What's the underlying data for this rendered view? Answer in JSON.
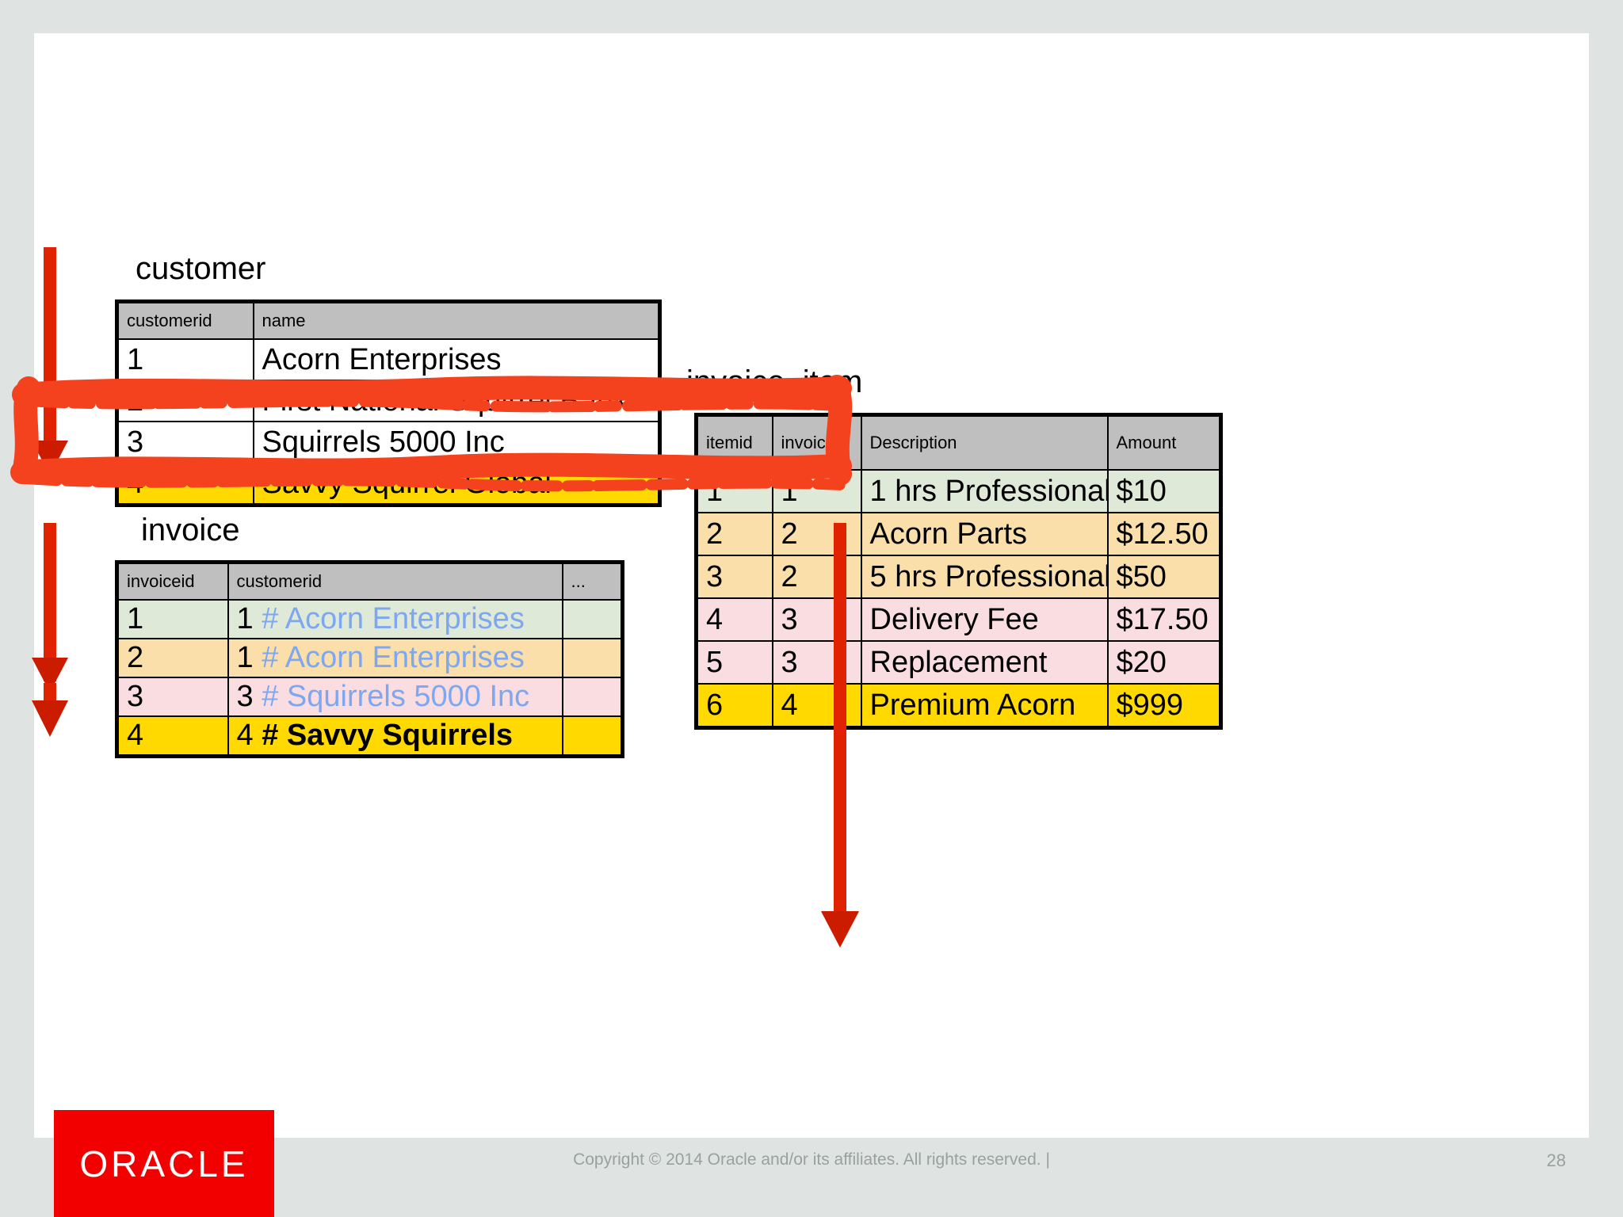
{
  "slide": {
    "page_number": "28",
    "copyright": "Copyright © 2014 Oracle and/or its affiliates. All rights reserved.  |",
    "logo_text": "ORACLE"
  },
  "customer_table": {
    "caption": "customer",
    "columns": [
      "customerid",
      "name"
    ],
    "rows": [
      {
        "tint": "white",
        "cells": [
          "1",
          "Acorn Enterprises"
        ]
      },
      {
        "tint": "white",
        "cells": [
          "2",
          "First National Squirrel Bank"
        ]
      },
      {
        "tint": "white",
        "cells": [
          "3",
          "Squirrels 5000 Inc"
        ]
      },
      {
        "tint": "yellow",
        "cells": [
          "4",
          "Savvy Squirrel Global"
        ]
      }
    ]
  },
  "invoice_table": {
    "caption": "invoice",
    "columns": [
      "invoiceid",
      "customerid",
      "..."
    ],
    "rows": [
      {
        "tint": "green",
        "cells": [
          "1",
          "1",
          ""
        ],
        "comment": "# Acorn Enterprises"
      },
      {
        "tint": "orange",
        "cells": [
          "2",
          "1",
          ""
        ],
        "comment": "# Acorn Enterprises"
      },
      {
        "tint": "pink",
        "cells": [
          "3",
          "3",
          ""
        ],
        "comment": "# Squirrels 5000 Inc"
      },
      {
        "tint": "yellow",
        "cells": [
          "4",
          "4",
          ""
        ],
        "comment": "# Savvy Squirrels"
      }
    ]
  },
  "invoice_item_table": {
    "caption": "invoice_item",
    "columns": [
      "itemid",
      "invoiceid",
      "Description",
      "Amount"
    ],
    "rows": [
      {
        "tint": "green",
        "cells": [
          "1",
          "1",
          "1 hrs Professional",
          "$10"
        ]
      },
      {
        "tint": "orange",
        "cells": [
          "2",
          "2",
          "Acorn Parts",
          "$12.50"
        ]
      },
      {
        "tint": "orange",
        "cells": [
          "3",
          "2",
          "5 hrs Professional",
          "$50"
        ]
      },
      {
        "tint": "pink",
        "cells": [
          "4",
          "3",
          "Delivery Fee",
          "$17.50"
        ]
      },
      {
        "tint": "pink",
        "cells": [
          "5",
          "3",
          "Replacement",
          "$20"
        ]
      },
      {
        "tint": "yellow",
        "cells": [
          "6",
          "4",
          "Premium Acorn",
          "$999"
        ]
      }
    ]
  },
  "annotations": {
    "highlight_color": "#f4411e",
    "arrow_color": "#e02200",
    "highlight_target": "customer row 4 Savvy Squirrel Global"
  }
}
